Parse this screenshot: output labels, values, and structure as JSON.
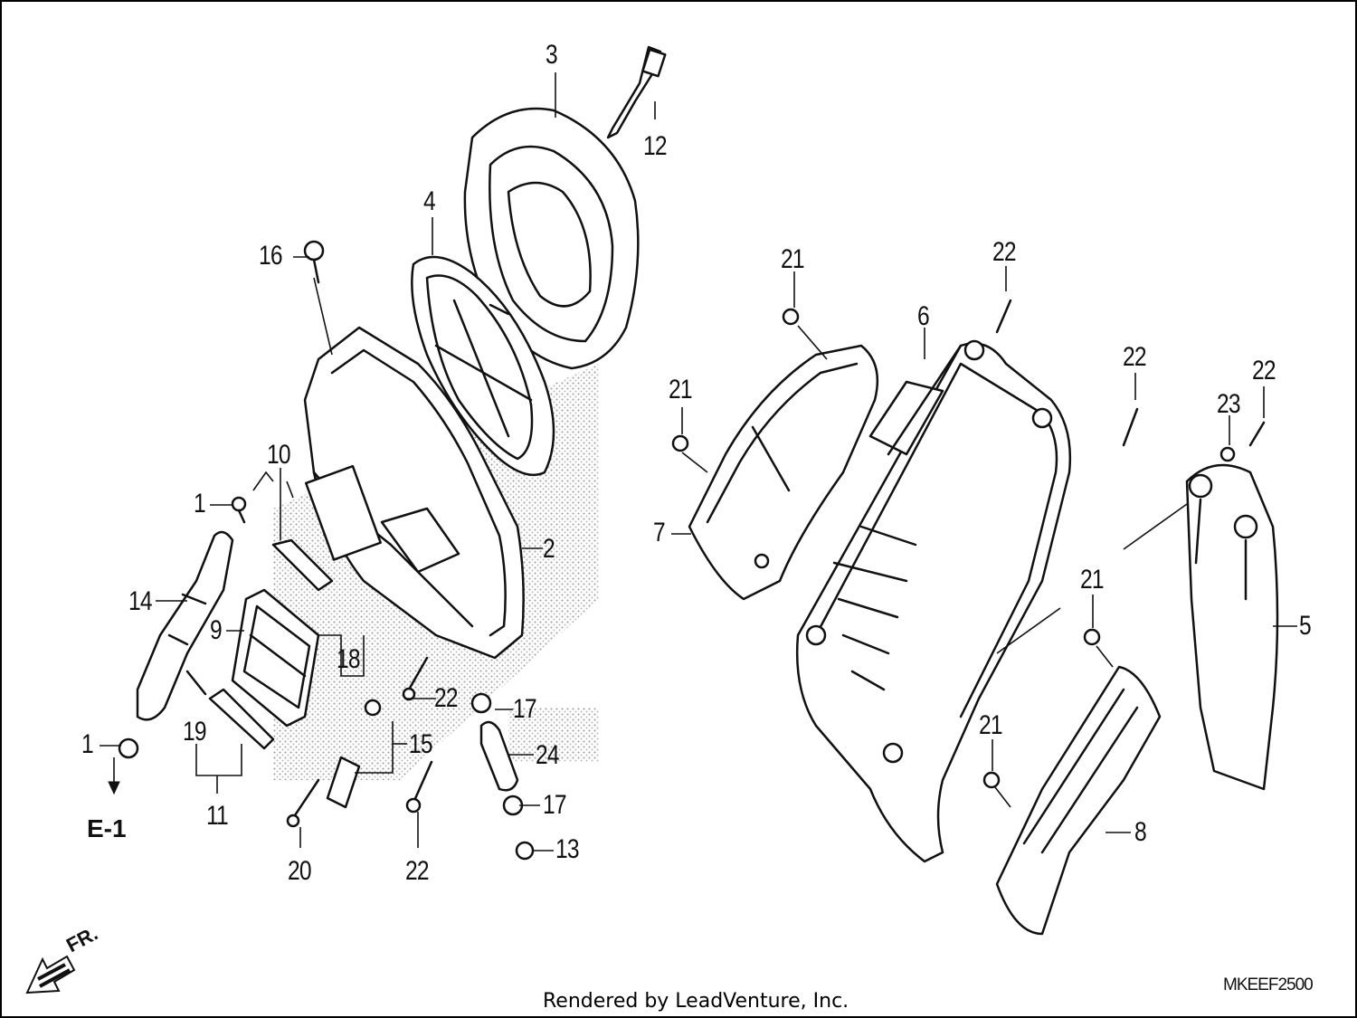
{
  "callouts": {
    "c1a": "1",
    "c1b": "1",
    "c2": "2",
    "c3": "3",
    "c4": "4",
    "c5": "5",
    "c6": "6",
    "c7": "7",
    "c8": "8",
    "c9": "9",
    "c10": "10",
    "c11": "11",
    "c12": "12",
    "c13": "13",
    "c14": "14",
    "c15": "15",
    "c16": "16",
    "c17a": "17",
    "c17b": "17",
    "c18": "18",
    "c19": "19",
    "c20": "20",
    "c21a": "21",
    "c21b": "21",
    "c21c": "21",
    "c21d": "21",
    "c22a": "22",
    "c22b": "22",
    "c22c": "22",
    "c22d": "22",
    "c22e": "22",
    "c23": "23",
    "c24": "24"
  },
  "reference_label": "E-1",
  "direction_label": "FR.",
  "footer_text": "Rendered by LeadVenture, Inc.",
  "diagram_code": "MKEEF2500",
  "colors": {
    "line": "#111111",
    "background": "#ffffff",
    "shade": "#bbbbbb"
  }
}
